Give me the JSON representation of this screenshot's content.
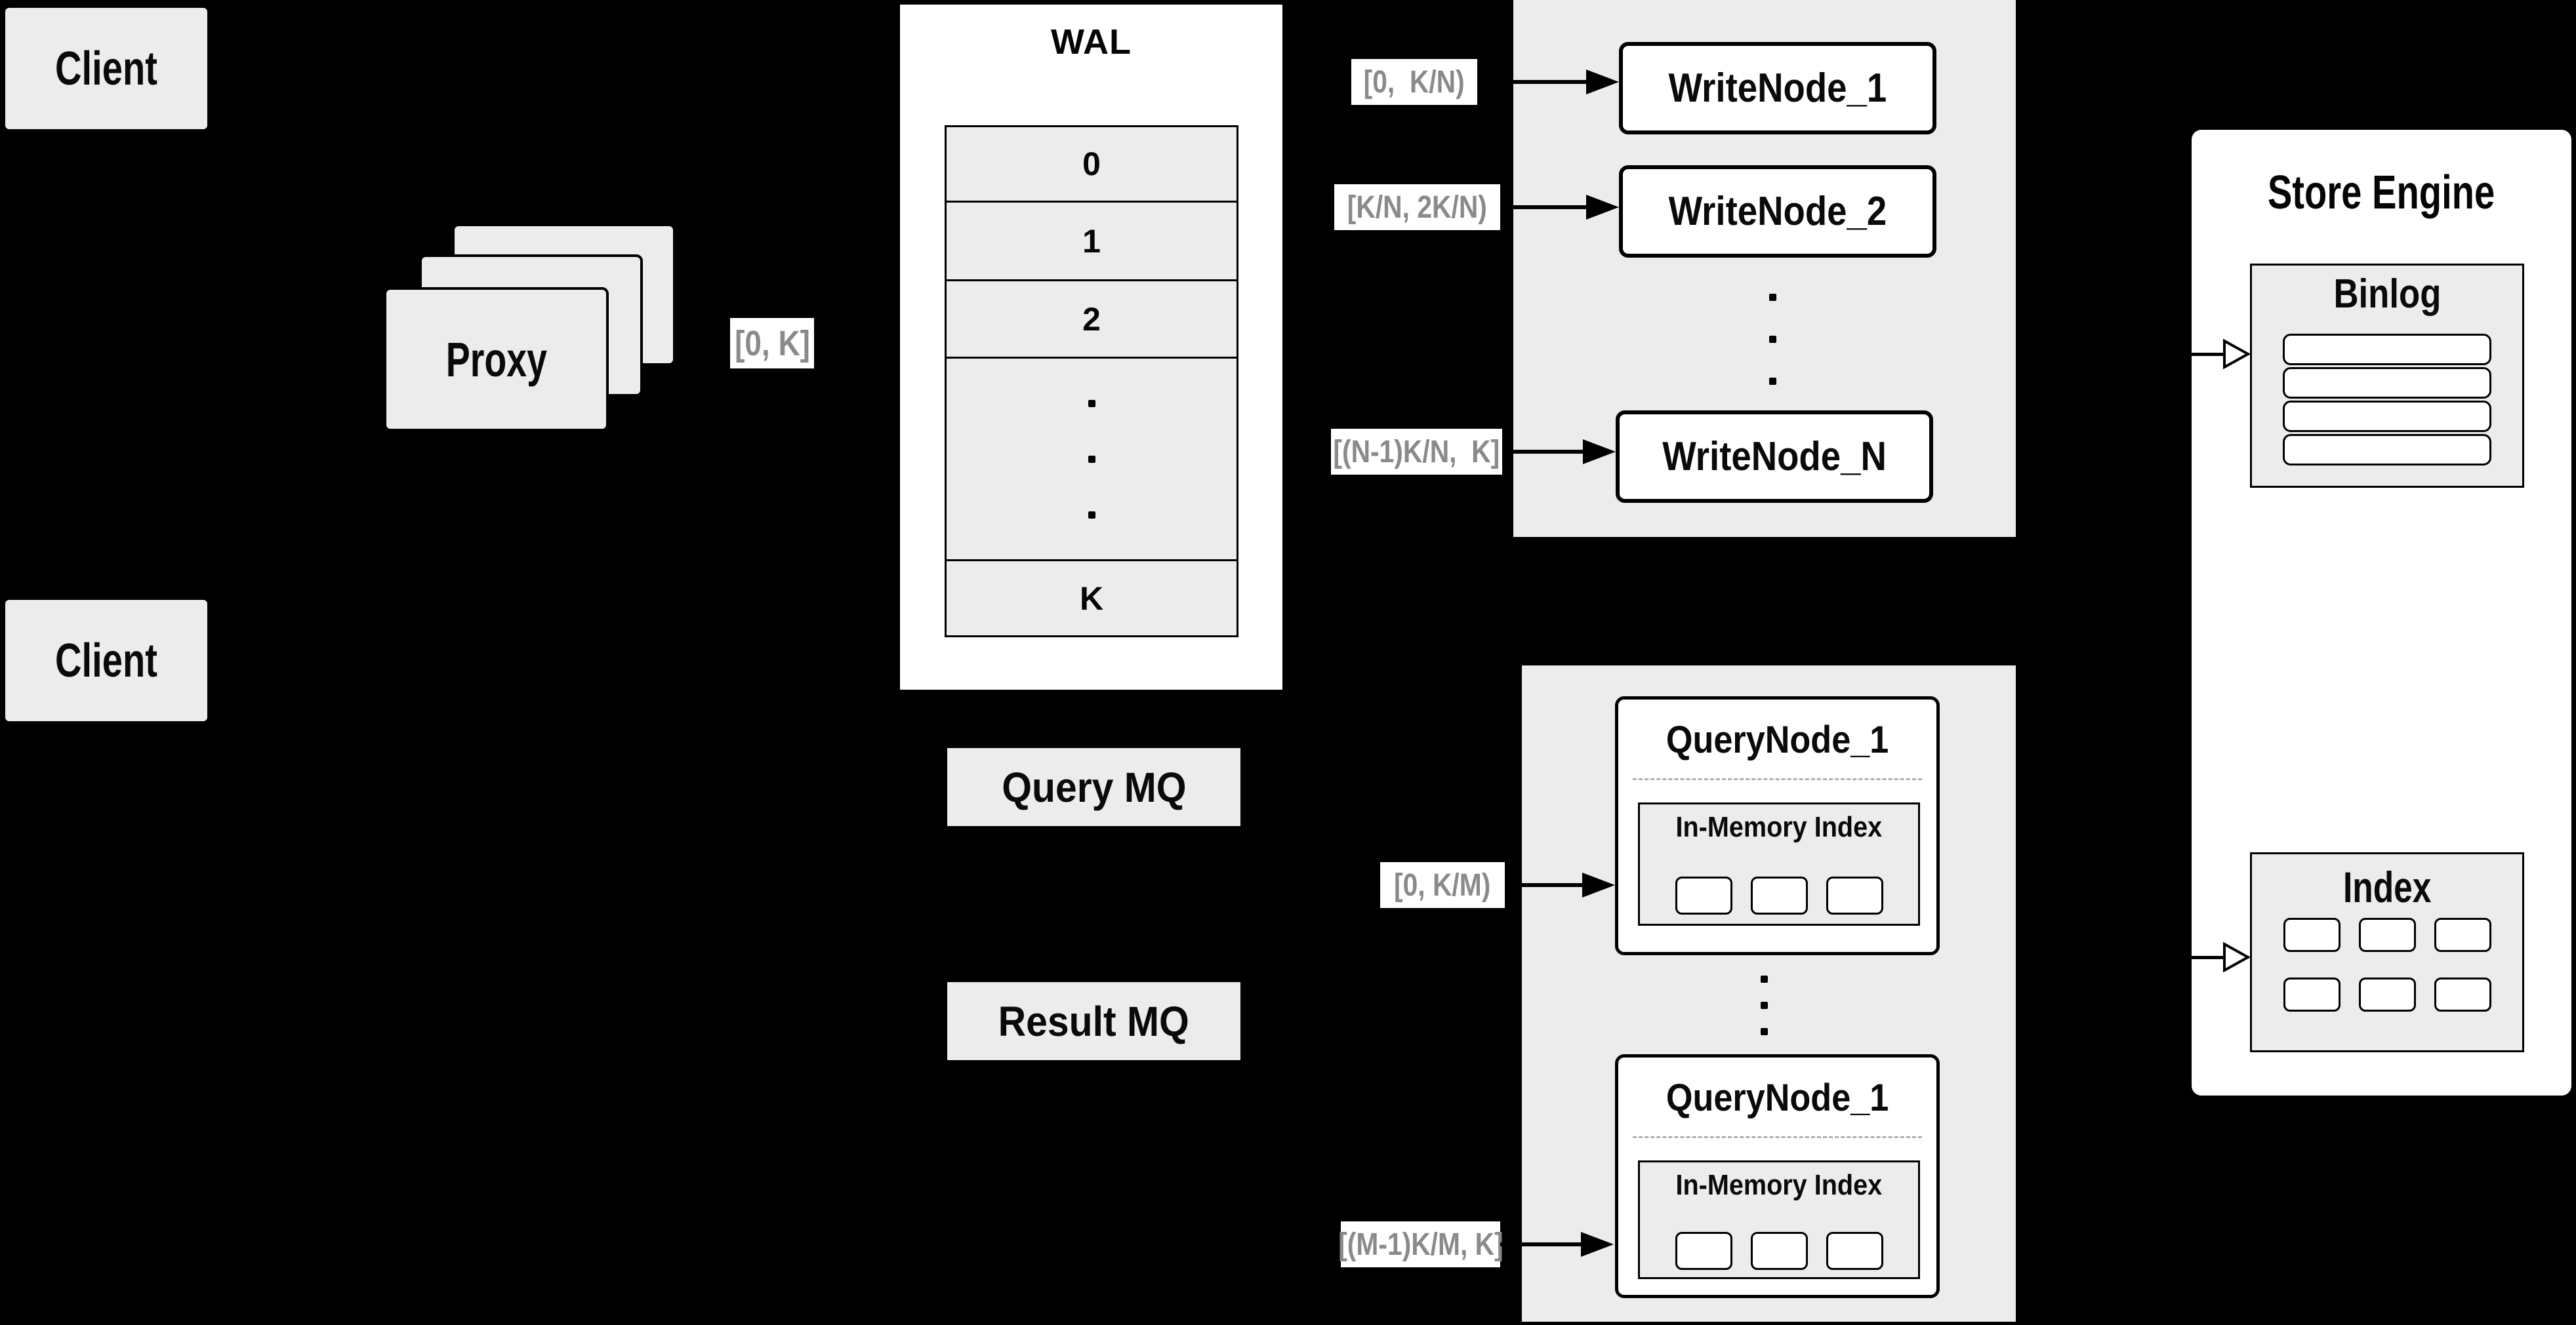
{
  "clients": {
    "top": "Client",
    "bottom": "Client"
  },
  "proxy": {
    "label": "Proxy"
  },
  "range_labels": {
    "proxy_to_wal": "[0, K]",
    "write_1": "[0,  K/N)",
    "write_2": "[K/N, 2K/N)",
    "write_n": "[(N-1)K/N,  K]",
    "query_1": "[0, K/M)",
    "query_m": "[(M-1)K/M, K]"
  },
  "wal": {
    "title": "WAL",
    "rows": [
      "0",
      "1",
      "2",
      "K"
    ]
  },
  "write_nodes": [
    {
      "label": "WriteNode_1"
    },
    {
      "label": "WriteNode_2"
    },
    {
      "label": "WriteNode_N"
    }
  ],
  "query_nodes": [
    {
      "title": "QueryNode_1",
      "index_label": "In-Memory Index"
    },
    {
      "title": "QueryNode_1",
      "index_label": "In-Memory Index"
    }
  ],
  "mq": {
    "query": "Query MQ",
    "result": "Result MQ"
  },
  "store_engine": {
    "title": "Store Engine",
    "binlog": "Binlog",
    "index": "Index"
  },
  "colors": {
    "background": "#000000",
    "box_fill": "#ececec",
    "white": "#ffffff",
    "label_text": "#8a8a8a",
    "line": "#000000"
  }
}
